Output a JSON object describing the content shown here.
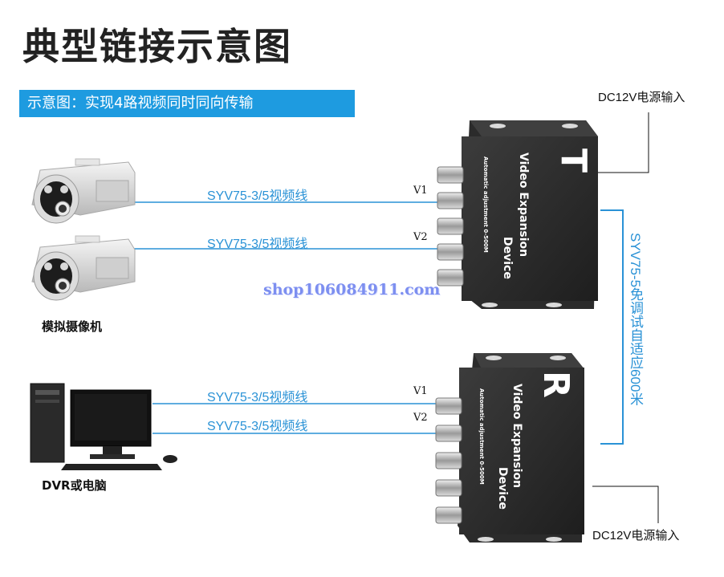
{
  "title": "典型链接示意图",
  "banner": "示意图：实现4路视频同时同向传输",
  "cable_label": "SYV75-3/5视频线",
  "channels": [
    "V1",
    "V2"
  ],
  "power_label": "DC12V电源输入",
  "camera_caption": "模拟摄像机",
  "dvr_caption": "DVR或电脑",
  "watermark": "shop106084911.com",
  "link_label": "SYV75-5免调试自适应600米",
  "devices": {
    "transmitter": {
      "letter": "T",
      "name": "Video Expansion Device",
      "line1": "Video Expansion",
      "line2": "Device",
      "spec": "Automatic adjustment 0-500M"
    },
    "receiver": {
      "letter": "R",
      "name": "Video Expansion Device",
      "line1": "Video Expansion",
      "line2": "Device",
      "spec": "Automatic adjustment 0-500M"
    }
  },
  "colors": {
    "accent": "#1e9be0",
    "cable": "#2a92d6",
    "device_body": "#2b2b2b"
  }
}
